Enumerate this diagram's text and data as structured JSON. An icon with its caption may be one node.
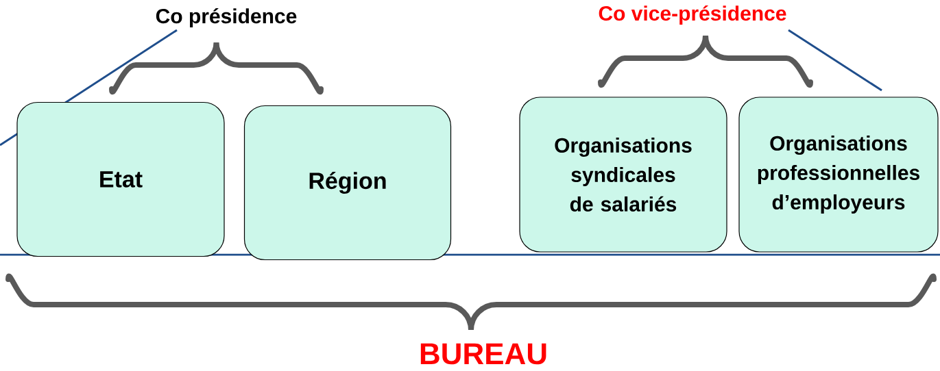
{
  "diagram": {
    "nodes": [
      {
        "text": [
          "Etat"
        ]
      },
      {
        "text": [
          "Région"
        ]
      },
      {
        "text": [
          "Organisations syndicales de salariés"
        ]
      },
      {
        "text": [
          "Organisations professionnelles d’employeurs"
        ]
      }
    ],
    "labels": [
      "Co présidence",
      "Co vice-présidence",
      "BUREAU"
    ]
  }
}
